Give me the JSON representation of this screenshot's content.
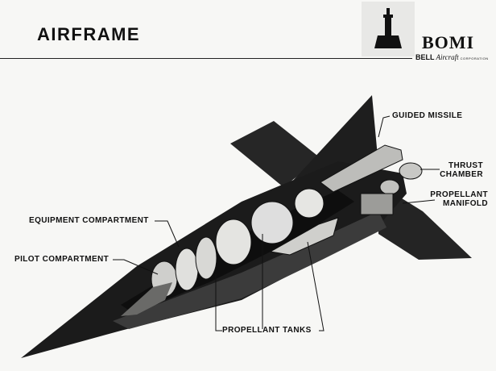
{
  "header": {
    "title": "AIRFRAME",
    "brand": "BOMI",
    "company_prefix": "BELL",
    "company_script": "Aircraft",
    "company_suffix": "CORPORATION"
  },
  "callouts": {
    "guided_missile": "GUIDED MISSILE",
    "thrust_chamber_line1": "THRUST",
    "thrust_chamber_line2": "CHAMBER",
    "propellant_manifold_line1": "PROPELLANT",
    "propellant_manifold_line2": "MANIFOLD",
    "equipment_compartment": "EQUIPMENT COMPARTMENT",
    "pilot_compartment": "PILOT COMPARTMENT",
    "propellant_tanks": "PROPELLANT TANKS"
  },
  "colors": {
    "background": "#f7f7f5",
    "ink": "#111111",
    "airframe_dark": "#1c1c1c",
    "airframe_mid": "#3a3a3a",
    "cutaway_light": "#d9d9d6"
  }
}
